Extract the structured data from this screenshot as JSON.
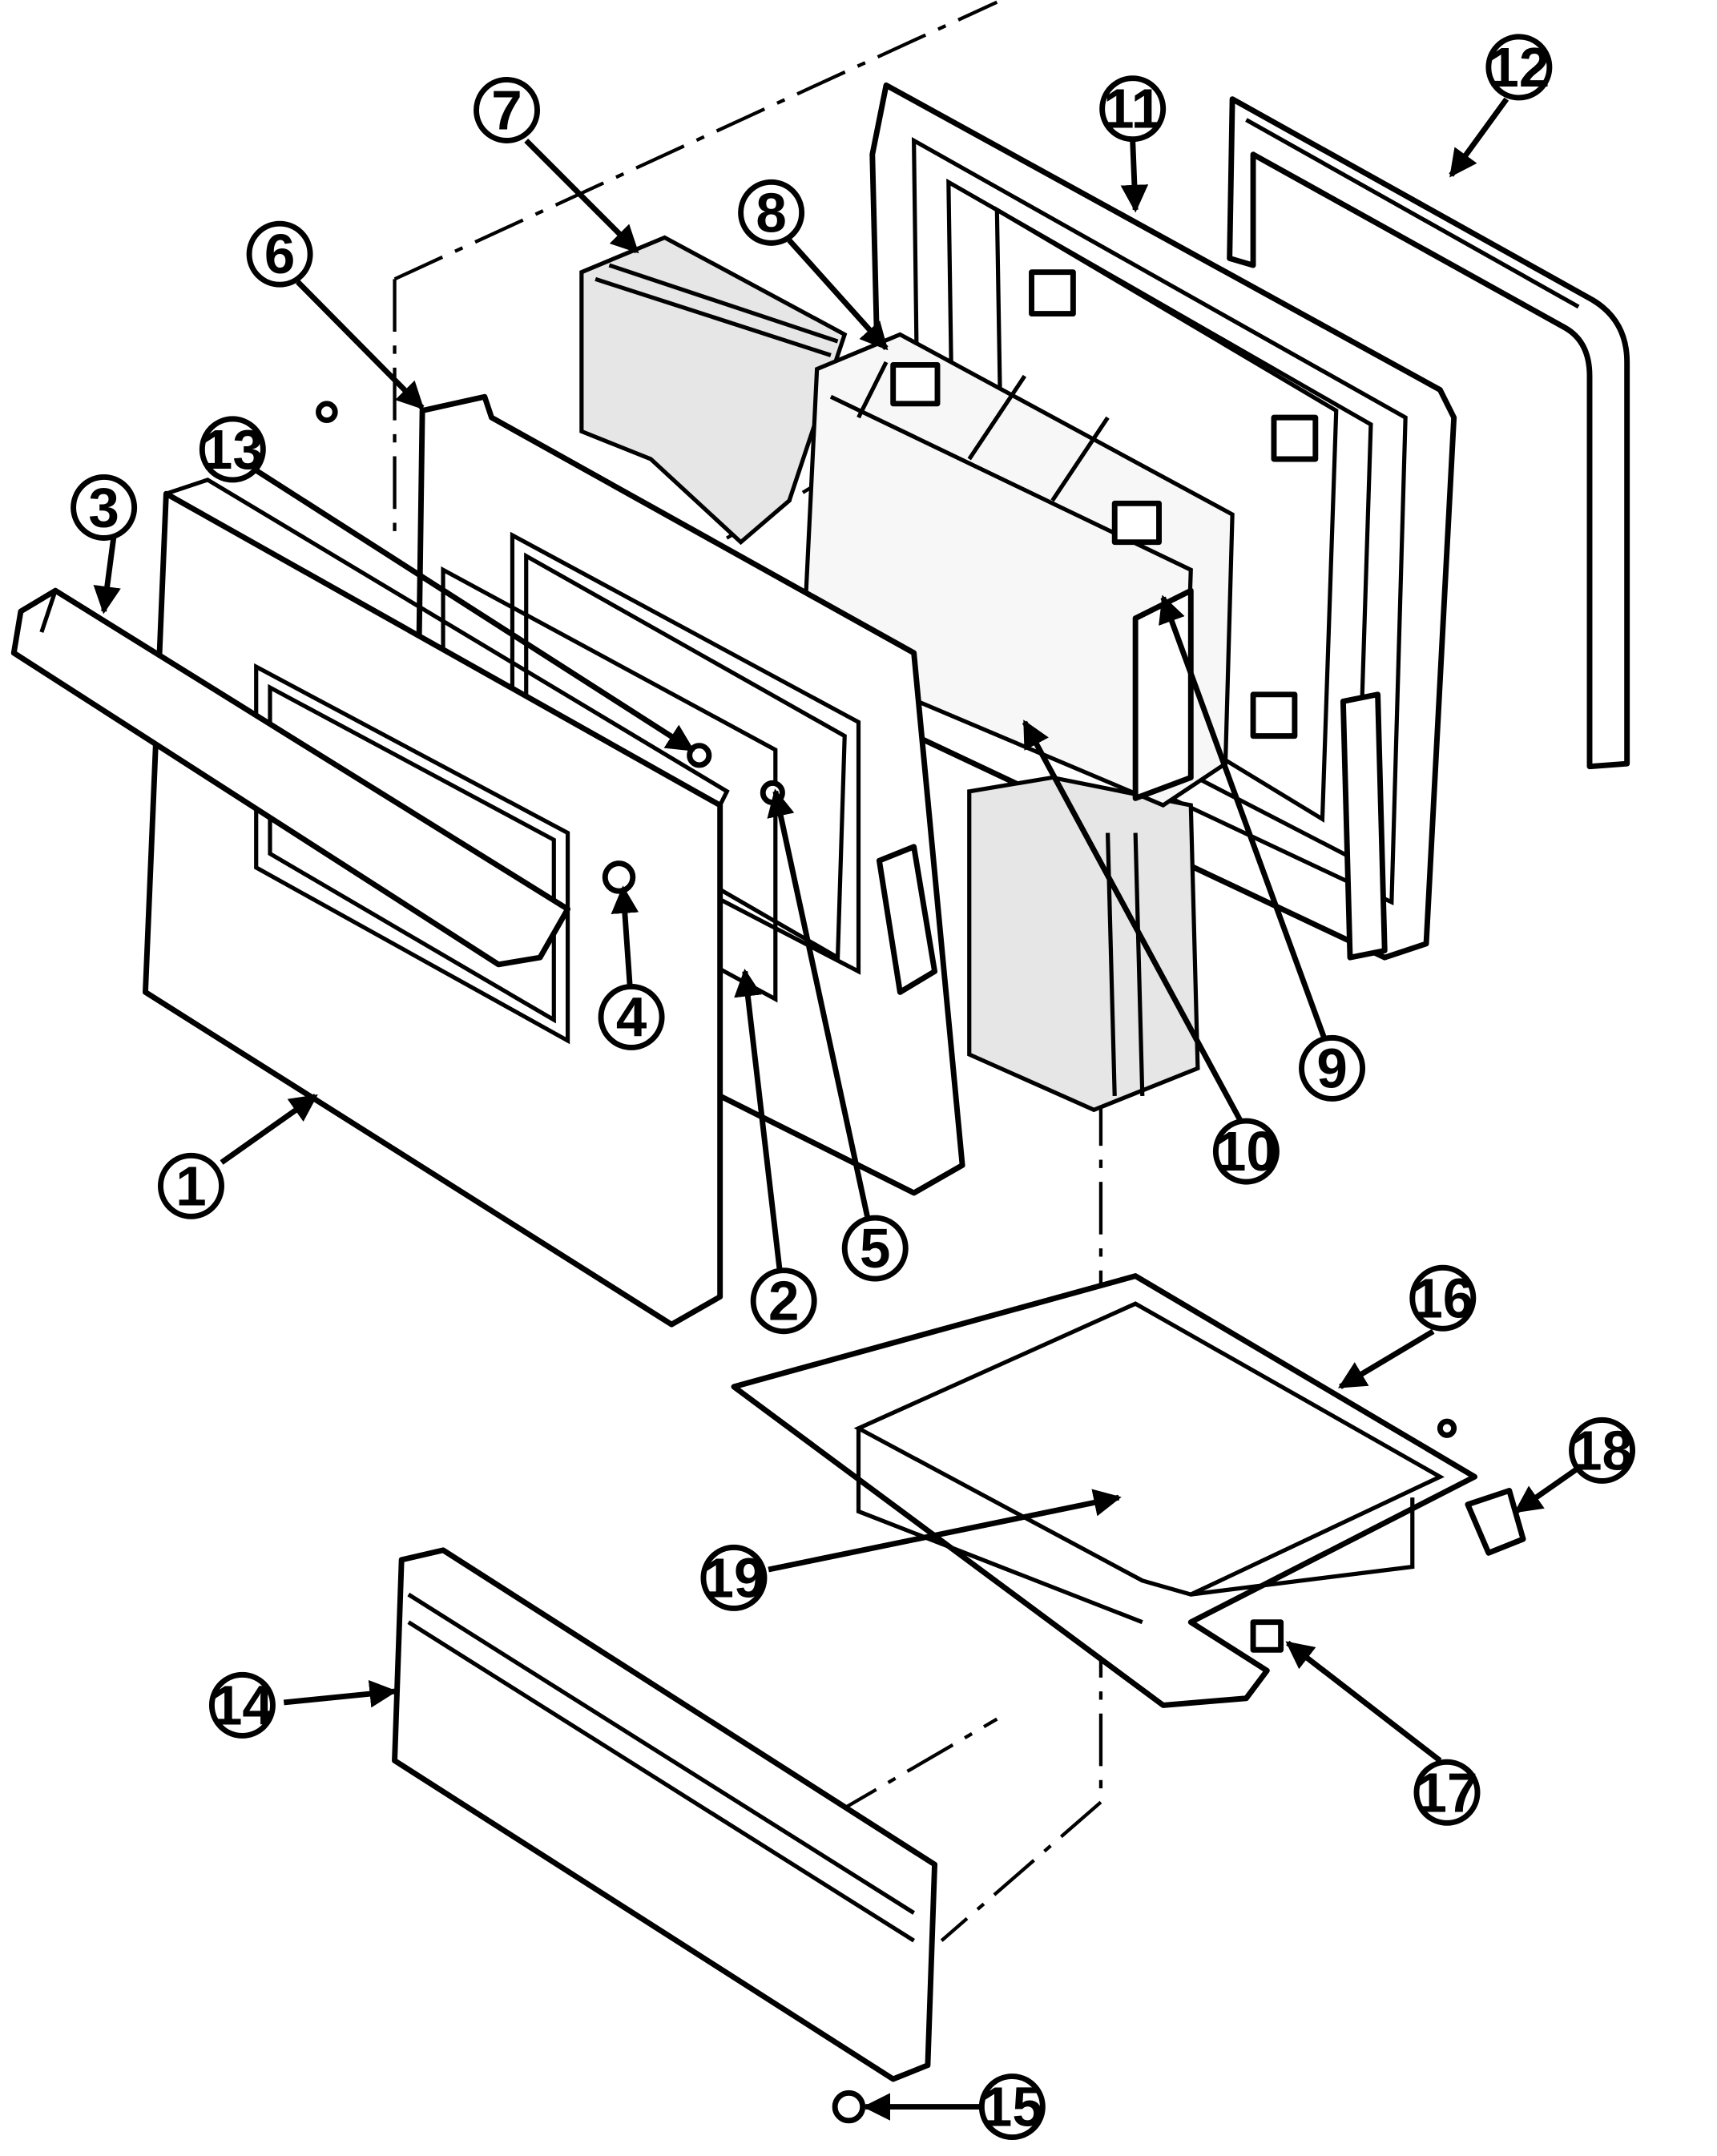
{
  "callouts": [
    {
      "id": "1",
      "label": "1"
    },
    {
      "id": "2",
      "label": "2"
    },
    {
      "id": "3",
      "label": "3"
    },
    {
      "id": "4",
      "label": "4"
    },
    {
      "id": "5",
      "label": "5"
    },
    {
      "id": "6",
      "label": "6"
    },
    {
      "id": "7",
      "label": "7"
    },
    {
      "id": "8",
      "label": "8"
    },
    {
      "id": "9",
      "label": "9"
    },
    {
      "id": "10",
      "label": "10"
    },
    {
      "id": "11",
      "label": "11"
    },
    {
      "id": "12",
      "label": "12"
    },
    {
      "id": "13",
      "label": "13"
    },
    {
      "id": "14",
      "label": "14"
    },
    {
      "id": "15",
      "label": "15"
    },
    {
      "id": "16",
      "label": "16"
    },
    {
      "id": "17",
      "label": "17"
    },
    {
      "id": "18",
      "label": "18"
    },
    {
      "id": "19",
      "label": "19"
    }
  ]
}
